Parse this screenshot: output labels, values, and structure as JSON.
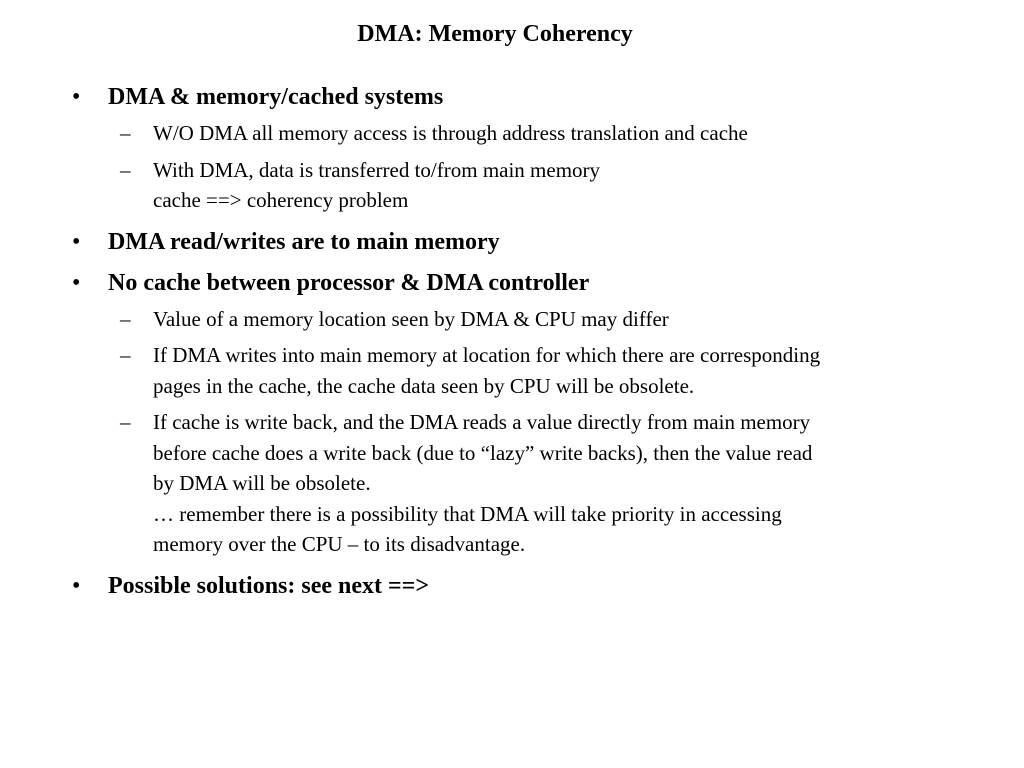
{
  "slide": {
    "title": "DMA: Memory Coherency",
    "bullet_glyph": "•",
    "dash_glyph": "–",
    "items": [
      {
        "text": "DMA & memory/cached systems",
        "subitems": [
          {
            "lines": [
              "W/O DMA all memory access is through address translation and cache"
            ]
          },
          {
            "lines": [
              "With DMA, data is transferred to/from main memory",
              "cache ==> coherency problem"
            ]
          }
        ]
      },
      {
        "text": "DMA read/writes are to main memory",
        "subitems": []
      },
      {
        "text": "No cache between processor & DMA controller",
        "subitems": [
          {
            "lines": [
              "Value of a memory location seen by DMA & CPU may differ"
            ]
          },
          {
            "lines": [
              "If DMA writes into main memory at location for which there are corresponding",
              "pages in the cache, the cache data seen by CPU will be obsolete."
            ]
          },
          {
            "lines": [
              "If cache is write back, and the DMA reads a value directly from main memory",
              "before cache does a write back (due to “lazy” write backs), then the value read",
              "by DMA will be obsolete.",
              "… remember there is a possibility that DMA will take priority in accessing",
              "memory over the CPU – to its disadvantage."
            ]
          }
        ]
      },
      {
        "text": "Possible solutions: see next ==>",
        "subitems": []
      }
    ]
  }
}
